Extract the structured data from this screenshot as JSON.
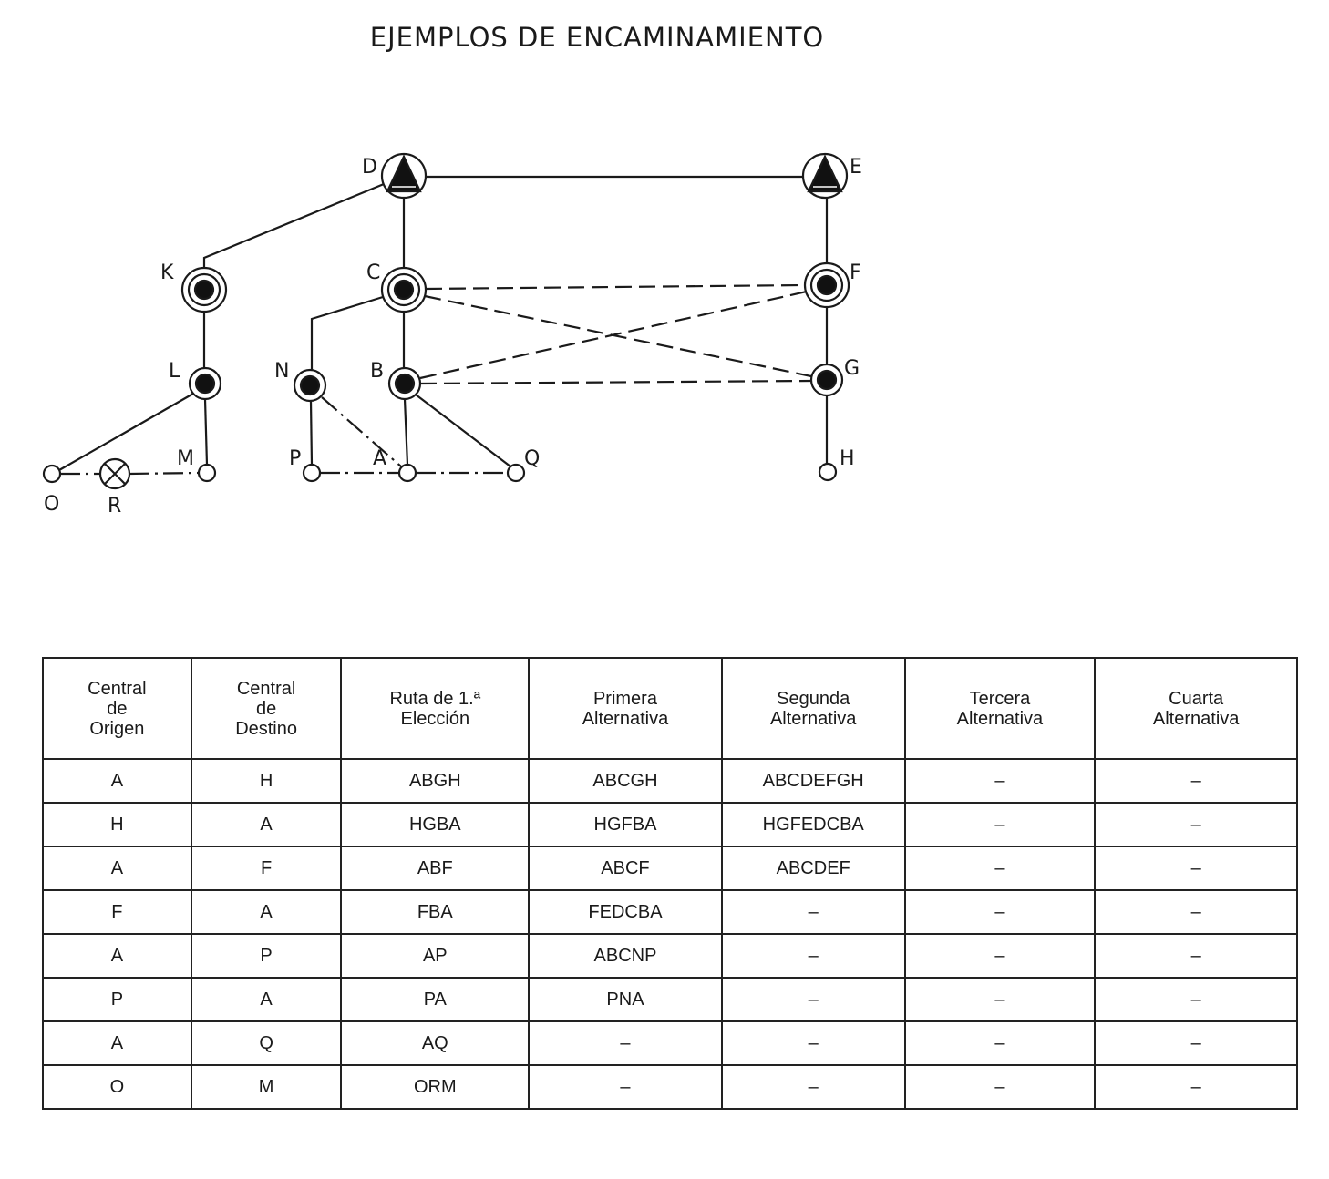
{
  "title": "EJEMPLOS DE ENCAMINAMIENTO",
  "diagram": {
    "nodes": {
      "D": "D",
      "E": "E",
      "K": "K",
      "C": "C",
      "F": "F",
      "L": "L",
      "N": "N",
      "B": "B",
      "G": "G",
      "M": "M",
      "P": "P",
      "A": "A",
      "Q": "Q",
      "H": "H",
      "O": "O",
      "R": "R"
    }
  },
  "table": {
    "headers": [
      [
        "Central",
        "de",
        "Origen"
      ],
      [
        "Central",
        "de",
        "Destino"
      ],
      [
        "Ruta de 1.ª",
        "Elección"
      ],
      [
        "Primera",
        "Alternativa"
      ],
      [
        "Segunda",
        "Alternativa"
      ],
      [
        "Tercera",
        "Alternativa"
      ],
      [
        "Cuarta",
        "Alternativa"
      ]
    ],
    "rows": [
      [
        "A",
        "H",
        "ABGH",
        "ABCGH",
        "ABCDEFGH",
        "–",
        "–"
      ],
      [
        "H",
        "A",
        "HGBA",
        "HGFBA",
        "HGFEDCBA",
        "–",
        "–"
      ],
      [
        "A",
        "F",
        "ABF",
        "ABCF",
        "ABCDEF",
        "–",
        "–"
      ],
      [
        "F",
        "A",
        "FBA",
        "FEDCBA",
        "–",
        "–",
        "–"
      ],
      [
        "A",
        "P",
        "AP",
        "ABCNP",
        "–",
        "–",
        "–"
      ],
      [
        "P",
        "A",
        "PA",
        "PNA",
        "–",
        "–",
        "–"
      ],
      [
        "A",
        "Q",
        "AQ",
        "–",
        "–",
        "–",
        "–"
      ],
      [
        "O",
        "M",
        "ORM",
        "–",
        "–",
        "–",
        "–"
      ]
    ]
  }
}
